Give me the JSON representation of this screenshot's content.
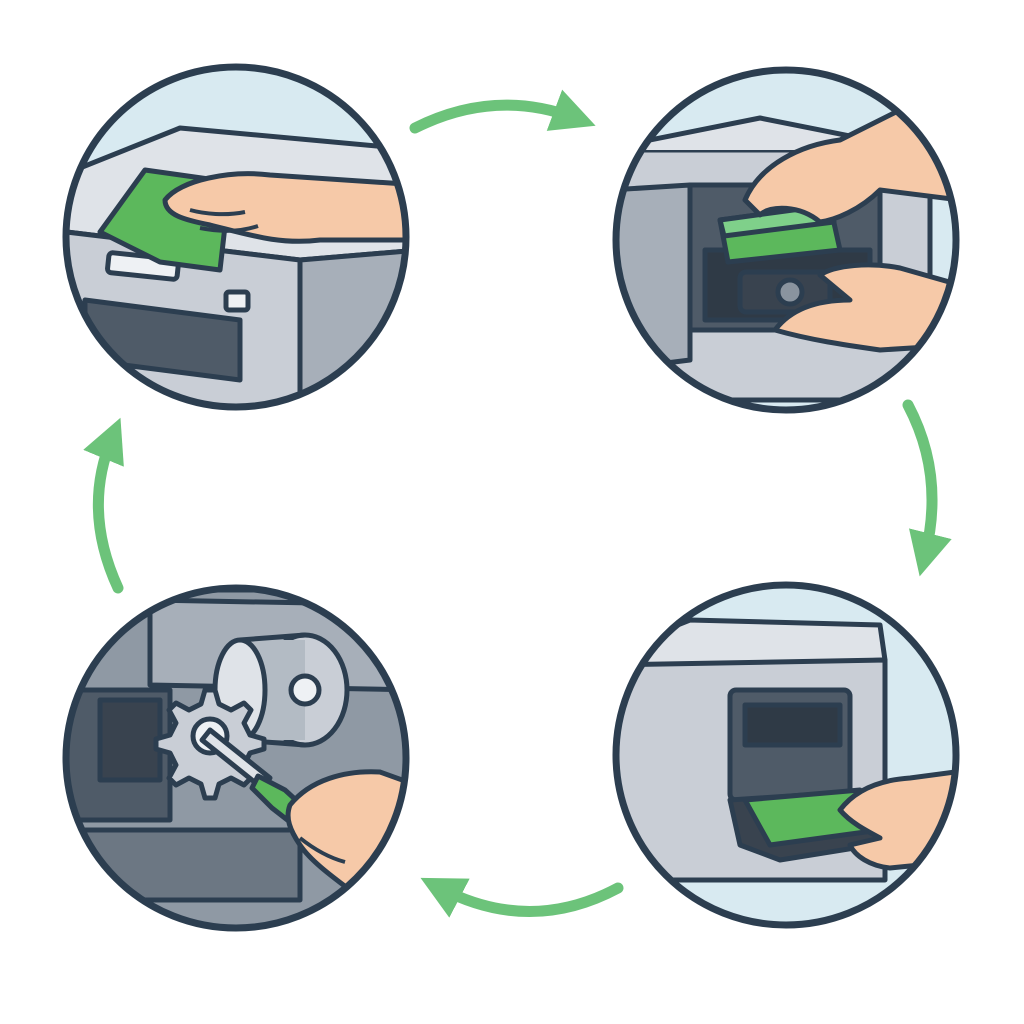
{
  "diagram": {
    "type": "cycle",
    "steps": [
      {
        "name": "wipe-printer-exterior-with-cloth",
        "icon": "cloth-wipe-icon"
      },
      {
        "name": "replace-toner-cartridge",
        "icon": "toner-cartridge-icon"
      },
      {
        "name": "load-paper-tray",
        "icon": "paper-tray-icon"
      },
      {
        "name": "service-internal-gears-with-screwdriver",
        "icon": "gear-screwdriver-icon"
      }
    ],
    "flow": "clockwise",
    "colors": {
      "accent_green": "#5cb85c",
      "arrow_green": "#6cc37a",
      "outline": "#2c3e50",
      "printer_body": "#c9ced6",
      "printer_dark": "#4f5b68",
      "skin": "#f6c9a8",
      "circle_bg": "#d8eaf1"
    }
  }
}
